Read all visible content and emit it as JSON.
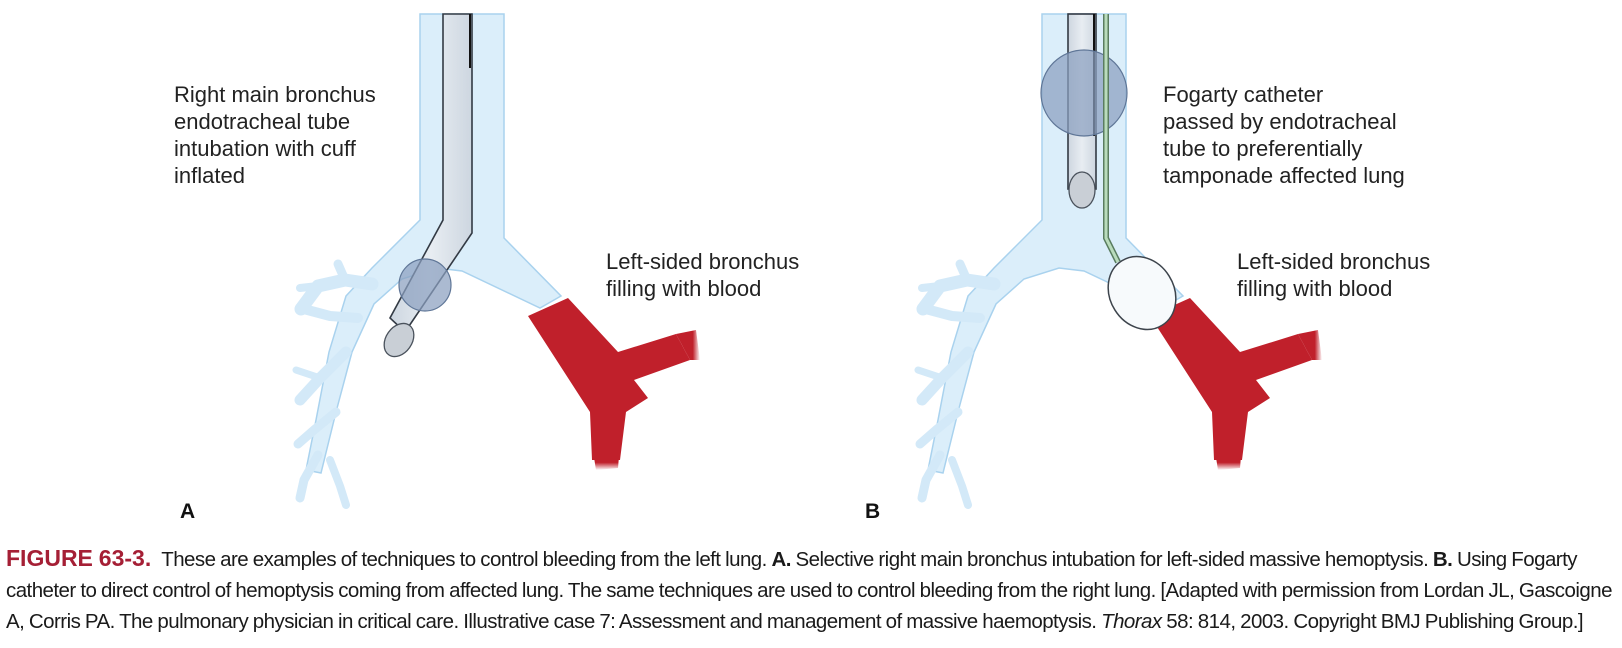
{
  "panel_a": {
    "letter": "A",
    "label_tube": "Right main bronchus\nendotracheal tube\nintubation with cuff\ninflated",
    "label_blood": "Left-sided bronchus\nfilling with blood"
  },
  "panel_b": {
    "letter": "B",
    "label_catheter": "Fogarty catheter\npassed by endotracheal\ntube to preferentially\ntamponade affected lung",
    "label_blood": "Left-sided bronchus\nfilling with blood"
  },
  "caption": {
    "figure_number": "FIGURE 63-3.",
    "text_1": "These are examples of techniques to control bleeding from the left lung.",
    "label_a": "A.",
    "text_2": "Selective right main bronchus intubation for left-sided massive hemoptysis.",
    "label_b": "B.",
    "text_3": "Using Fogarty catheter to direct control of hemoptysis coming from affected lung. The same techniques are used to control bleeding from the right lung. [Adapted with permission from Lordan JL, Gascoigne A, Corris PA. The pulmonary physician in critical care. Illustrative case 7: Assessment and management of massive haemoptysis.",
    "journal": "Thorax",
    "text_4": "58: 814, 2003. Copyright BMJ Publishing Group.]"
  },
  "colors": {
    "airway_fill": "#dbeefa",
    "airway_stroke": "#a9d2ee",
    "blood": "#c0202b",
    "tube_fill": "#dfe5ec",
    "cuff": "#8ba0bf",
    "catheter": "#9fc7a4",
    "caption_accent": "#a51f35"
  }
}
